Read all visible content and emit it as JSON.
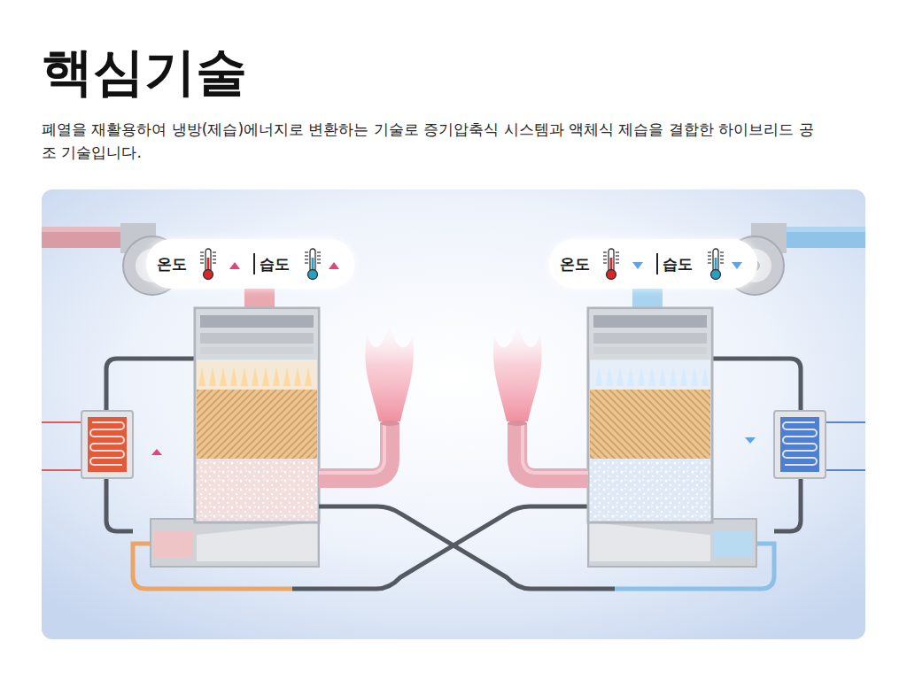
{
  "diagram": {
    "title": "핵심기술",
    "caption": "폐열을 재활용하여 냉방(제습)에너지로 변환하는 기술로 증기압축식 시스템과 액체식 제습을 결합한 하이브리드 공조 기술입니다.",
    "nodes": [
      {
        "text": [
          "온도",
          "습도"
        ]
      },
      {
        "text": [
          "온도",
          "습도"
        ]
      }
    ]
  }
}
